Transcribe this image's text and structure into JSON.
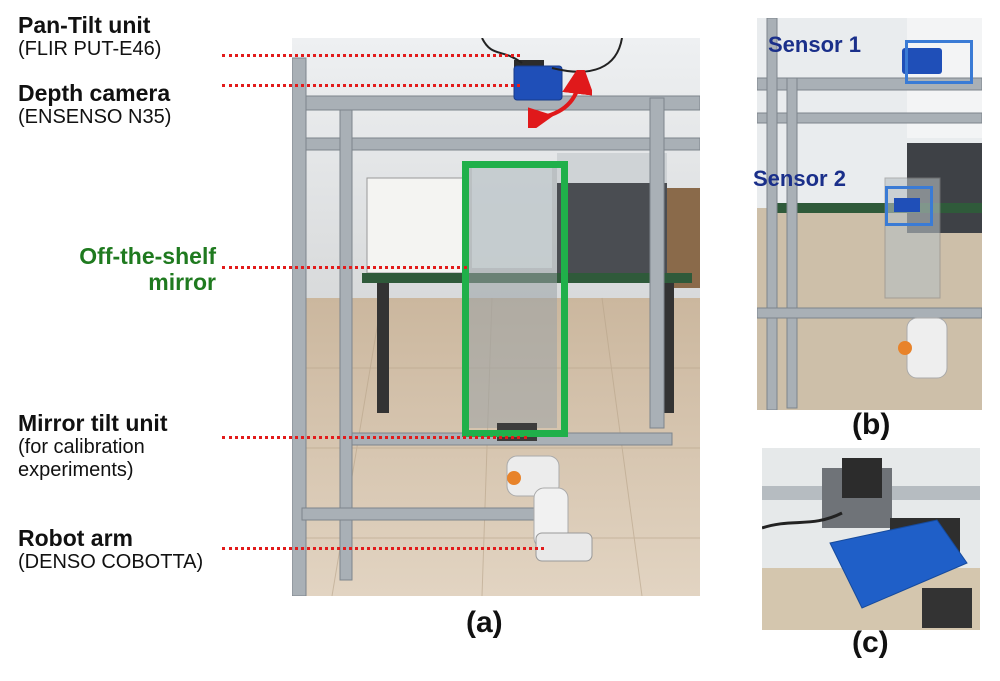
{
  "colors": {
    "leader": "#e21b1b",
    "mirror_frame": "#20b04a",
    "mirror_label": "#1f7a1f",
    "sensor_box": "#3a7bd5",
    "sensor_label": "#1a2f8a",
    "arrow": "#e0191b"
  },
  "labels": {
    "pan_tilt": {
      "title": "Pan-Tilt unit",
      "sub": "(FLIR PUT-E46)"
    },
    "depth_camera": {
      "title": "Depth camera",
      "sub": "(ENSENSO N35)"
    },
    "mirror": {
      "line1": "Off-the-shelf",
      "line2": "mirror"
    },
    "mirror_tilt": {
      "title": "Mirror tilt unit",
      "sub1": "(for calibration",
      "sub2": "experiments)"
    },
    "robot_arm": {
      "title": "Robot arm",
      "sub": "(DENSO COBOTTA)"
    }
  },
  "sensors": {
    "sensor1": "Sensor 1",
    "sensor2": "Sensor 2"
  },
  "captions": {
    "a": "(a)",
    "b": "(b)",
    "c": "(c)"
  }
}
